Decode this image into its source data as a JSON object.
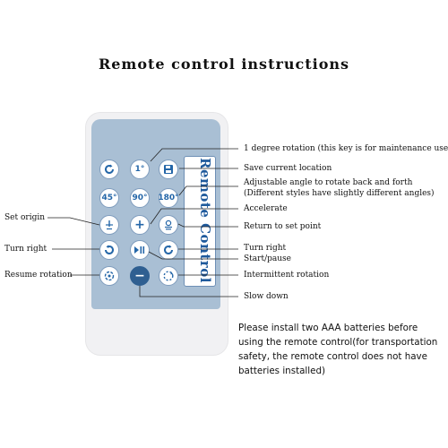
{
  "title": "Remote control instructions",
  "remote": {
    "label": "Remote Control",
    "buttons": {
      "power": "",
      "one_degree": "1°",
      "save": "",
      "deg45": "45°",
      "deg90": "90°",
      "deg180": "180°",
      "origin": "",
      "plus": "+",
      "return": "",
      "turn_left": "",
      "start_pause": "",
      "turn_right": "",
      "resume": "",
      "minus": "−",
      "intermittent": ""
    }
  },
  "callouts": {
    "one_degree": "1 degree rotation (this key is for maintenance use)",
    "save": "Save current location",
    "angle_line1": "Adjustable angle to rotate back and forth",
    "angle_line2": "(Different styles have slightly different angles)",
    "accelerate": "Accelerate",
    "set_origin": "Set origin",
    "return": "Return to set point",
    "turn_right_left": "Turn right",
    "turn_right_right": "Turn right",
    "start_pause": "Start/pause",
    "resume": "Resume rotation",
    "intermittent": "Intermittent rotation",
    "slow_down": "Slow down"
  },
  "battery_note": [
    "Please install two AAA batteries before",
    "using the remote control(for transportation",
    "safety, the remote control does not have",
    "batteries installed)"
  ],
  "colors": {
    "panel": "#a9bfd4",
    "button_text": "#2466a8",
    "label_text": "#1f5a9c"
  },
  "icons": {
    "power": "rotate-arrow-icon",
    "save": "floppy-disk-icon",
    "origin": "set-origin-icon",
    "return": "return-point-icon",
    "turn_left": "turn-arrow-icon",
    "start_pause": "play-pause-icon",
    "turn_right": "turn-arrow-icon",
    "resume": "resume-rotation-icon",
    "intermittent": "intermittent-rotation-icon"
  }
}
